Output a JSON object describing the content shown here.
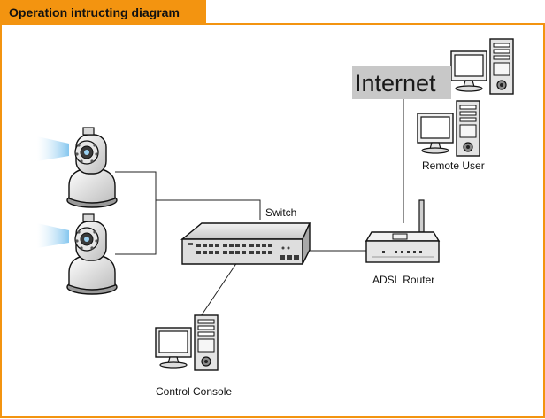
{
  "header": {
    "title": "Operation intructing diagram"
  },
  "labels": {
    "internet": "Internet",
    "remote_user": "Remote User",
    "switch": "Switch",
    "adsl_router": "ADSL Router",
    "control_console": "Control Console"
  },
  "colors": {
    "accent": "#f39410",
    "frame": "#f39410",
    "line": "#222222",
    "internet_bg": "#c8c8c8"
  },
  "icons": [
    "ip-camera-icon",
    "network-switch-icon",
    "adsl-router-icon",
    "desktop-computer-icon"
  ]
}
